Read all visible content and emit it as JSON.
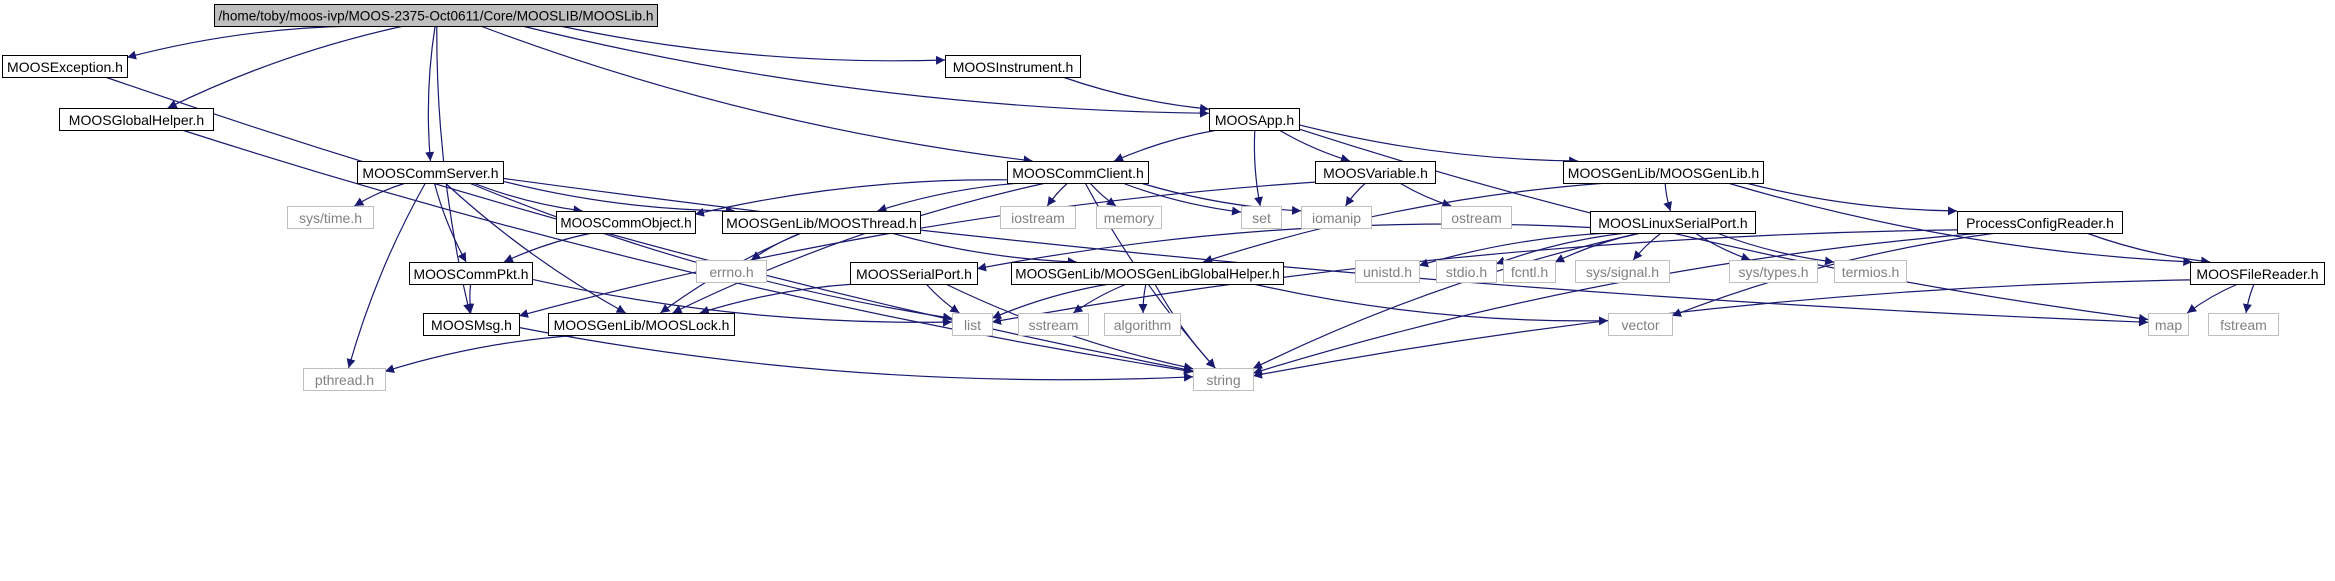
{
  "colors": {
    "edge": "#191970",
    "root_fill": "#bfbfbf",
    "node_border": "#000000",
    "external_border": "#bfbfbf",
    "external_text": "#808080",
    "text": "#000000"
  },
  "nodes": [
    {
      "id": "mooslib",
      "label": "/home/toby/moos-ivp/MOOS-2375-Oct0611/Core/MOOSLIB/MOOSLib.h",
      "kind": "root"
    },
    {
      "id": "moosexception",
      "label": "MOOSException.h",
      "kind": "header"
    },
    {
      "id": "moosinstrument",
      "label": "MOOSInstrument.h",
      "kind": "header"
    },
    {
      "id": "moosglobalhelper",
      "label": "MOOSGlobalHelper.h",
      "kind": "header"
    },
    {
      "id": "moosapp",
      "label": "MOOSApp.h",
      "kind": "header"
    },
    {
      "id": "mooscommserver",
      "label": "MOOSCommServer.h",
      "kind": "header"
    },
    {
      "id": "mooscommclient",
      "label": "MOOSCommClient.h",
      "kind": "header"
    },
    {
      "id": "moosvariable",
      "label": "MOOSVariable.h",
      "kind": "header"
    },
    {
      "id": "moosgenlib",
      "label": "MOOSGenLib/MOOSGenLib.h",
      "kind": "header"
    },
    {
      "id": "systime",
      "label": "sys/time.h",
      "kind": "external"
    },
    {
      "id": "mooscommobject",
      "label": "MOOSCommObject.h",
      "kind": "header"
    },
    {
      "id": "moosthread",
      "label": "MOOSGenLib/MOOSThread.h",
      "kind": "header"
    },
    {
      "id": "iostream",
      "label": "iostream",
      "kind": "external"
    },
    {
      "id": "memory",
      "label": "memory",
      "kind": "external"
    },
    {
      "id": "set",
      "label": "set",
      "kind": "external"
    },
    {
      "id": "iomanip",
      "label": "iomanip",
      "kind": "external"
    },
    {
      "id": "ostream",
      "label": "ostream",
      "kind": "external"
    },
    {
      "id": "mooslinuxserialport",
      "label": "MOOSLinuxSerialPort.h",
      "kind": "header"
    },
    {
      "id": "processconfigreader",
      "label": "ProcessConfigReader.h",
      "kind": "header"
    },
    {
      "id": "mooscommpkt",
      "label": "MOOSCommPkt.h",
      "kind": "header"
    },
    {
      "id": "errno",
      "label": "errno.h",
      "kind": "external"
    },
    {
      "id": "moosserialport",
      "label": "MOOSSerialPort.h",
      "kind": "header"
    },
    {
      "id": "moosgenlibglobalhelper",
      "label": "MOOSGenLib/MOOSGenLibGlobalHelper.h",
      "kind": "header"
    },
    {
      "id": "unistd",
      "label": "unistd.h",
      "kind": "external"
    },
    {
      "id": "stdio",
      "label": "stdio.h",
      "kind": "external"
    },
    {
      "id": "fcntl",
      "label": "fcntl.h",
      "kind": "external"
    },
    {
      "id": "syssignal",
      "label": "sys/signal.h",
      "kind": "external"
    },
    {
      "id": "systypes",
      "label": "sys/types.h",
      "kind": "external"
    },
    {
      "id": "termios",
      "label": "termios.h",
      "kind": "external"
    },
    {
      "id": "moosfilereader",
      "label": "MOOSFileReader.h",
      "kind": "header"
    },
    {
      "id": "moosmsg",
      "label": "MOOSMsg.h",
      "kind": "header"
    },
    {
      "id": "mooslock",
      "label": "MOOSGenLib/MOOSLock.h",
      "kind": "header"
    },
    {
      "id": "list",
      "label": "list",
      "kind": "external"
    },
    {
      "id": "sstream",
      "label": "sstream",
      "kind": "external"
    },
    {
      "id": "algorithm",
      "label": "algorithm",
      "kind": "external"
    },
    {
      "id": "vector",
      "label": "vector",
      "kind": "external"
    },
    {
      "id": "map",
      "label": "map",
      "kind": "external"
    },
    {
      "id": "fstream",
      "label": "fstream",
      "kind": "external"
    },
    {
      "id": "pthread",
      "label": "pthread.h",
      "kind": "external"
    },
    {
      "id": "string",
      "label": "string",
      "kind": "external"
    }
  ],
  "edges": [
    {
      "from": "mooslib",
      "to": "moosexception"
    },
    {
      "from": "mooslib",
      "to": "moosglobalhelper"
    },
    {
      "from": "mooslib",
      "to": "mooscommserver"
    },
    {
      "from": "mooslib",
      "to": "moosmsg"
    },
    {
      "from": "mooslib",
      "to": "mooscommclient"
    },
    {
      "from": "mooslib",
      "to": "moosinstrument"
    },
    {
      "from": "mooslib",
      "to": "moosapp"
    },
    {
      "from": "moosexception",
      "to": "string"
    },
    {
      "from": "moosglobalhelper",
      "to": "string"
    },
    {
      "from": "moosinstrument",
      "to": "moosapp"
    },
    {
      "from": "moosapp",
      "to": "mooscommclient"
    },
    {
      "from": "moosapp",
      "to": "set"
    },
    {
      "from": "moosapp",
      "to": "moosvariable"
    },
    {
      "from": "moosapp",
      "to": "moosgenlib"
    },
    {
      "from": "moosapp",
      "to": "map"
    },
    {
      "from": "mooscommserver",
      "to": "pthread"
    },
    {
      "from": "mooscommserver",
      "to": "systime"
    },
    {
      "from": "mooscommserver",
      "to": "mooscommobject"
    },
    {
      "from": "mooscommserver",
      "to": "moosthread"
    },
    {
      "from": "mooscommserver",
      "to": "mooscommpkt"
    },
    {
      "from": "mooscommserver",
      "to": "mooslock"
    },
    {
      "from": "mooscommserver",
      "to": "list"
    },
    {
      "from": "mooscommserver",
      "to": "map"
    },
    {
      "from": "mooscommclient",
      "to": "mooscommobject"
    },
    {
      "from": "mooscommclient",
      "to": "moosthread"
    },
    {
      "from": "mooscommclient",
      "to": "iostream"
    },
    {
      "from": "mooscommclient",
      "to": "memory"
    },
    {
      "from": "mooscommclient",
      "to": "set"
    },
    {
      "from": "mooscommclient",
      "to": "iomanip"
    },
    {
      "from": "mooscommclient",
      "to": "mooslock"
    },
    {
      "from": "mooscommclient",
      "to": "string"
    },
    {
      "from": "moosvariable",
      "to": "iomanip"
    },
    {
      "from": "moosvariable",
      "to": "ostream"
    },
    {
      "from": "moosvariable",
      "to": "moosmsg"
    },
    {
      "from": "moosgenlib",
      "to": "mooslinuxserialport"
    },
    {
      "from": "moosgenlib",
      "to": "processconfigreader"
    },
    {
      "from": "moosgenlib",
      "to": "moosfilereader"
    },
    {
      "from": "moosgenlib",
      "to": "moosgenlibglobalhelper"
    },
    {
      "from": "mooscommobject",
      "to": "mooscommpkt"
    },
    {
      "from": "moosthread",
      "to": "errno"
    },
    {
      "from": "moosthread",
      "to": "mooslock"
    },
    {
      "from": "moosthread",
      "to": "moosgenlibglobalhelper"
    },
    {
      "from": "mooscommpkt",
      "to": "moosmsg"
    },
    {
      "from": "mooscommpkt",
      "to": "list"
    },
    {
      "from": "mooslinuxserialport",
      "to": "moosserialport"
    },
    {
      "from": "mooslinuxserialport",
      "to": "unistd"
    },
    {
      "from": "mooslinuxserialport",
      "to": "stdio"
    },
    {
      "from": "mooslinuxserialport",
      "to": "fcntl"
    },
    {
      "from": "mooslinuxserialport",
      "to": "syssignal"
    },
    {
      "from": "mooslinuxserialport",
      "to": "systypes"
    },
    {
      "from": "mooslinuxserialport",
      "to": "termios"
    },
    {
      "from": "mooslinuxserialport",
      "to": "string"
    },
    {
      "from": "processconfigreader",
      "to": "moosfilereader"
    },
    {
      "from": "processconfigreader",
      "to": "list"
    },
    {
      "from": "processconfigreader",
      "to": "vector"
    },
    {
      "from": "processconfigreader",
      "to": "string"
    },
    {
      "from": "moosfilereader",
      "to": "map"
    },
    {
      "from": "moosfilereader",
      "to": "fstream"
    },
    {
      "from": "moosfilereader",
      "to": "string"
    },
    {
      "from": "moosserialport",
      "to": "mooslock"
    },
    {
      "from": "moosserialport",
      "to": "list"
    },
    {
      "from": "moosserialport",
      "to": "string"
    },
    {
      "from": "moosgenlibglobalhelper",
      "to": "list"
    },
    {
      "from": "moosgenlibglobalhelper",
      "to": "sstream"
    },
    {
      "from": "moosgenlibglobalhelper",
      "to": "algorithm"
    },
    {
      "from": "moosgenlibglobalhelper",
      "to": "string"
    },
    {
      "from": "moosgenlibglobalhelper",
      "to": "vector"
    },
    {
      "from": "moosmsg",
      "to": "string"
    },
    {
      "from": "mooslock",
      "to": "pthread"
    }
  ]
}
